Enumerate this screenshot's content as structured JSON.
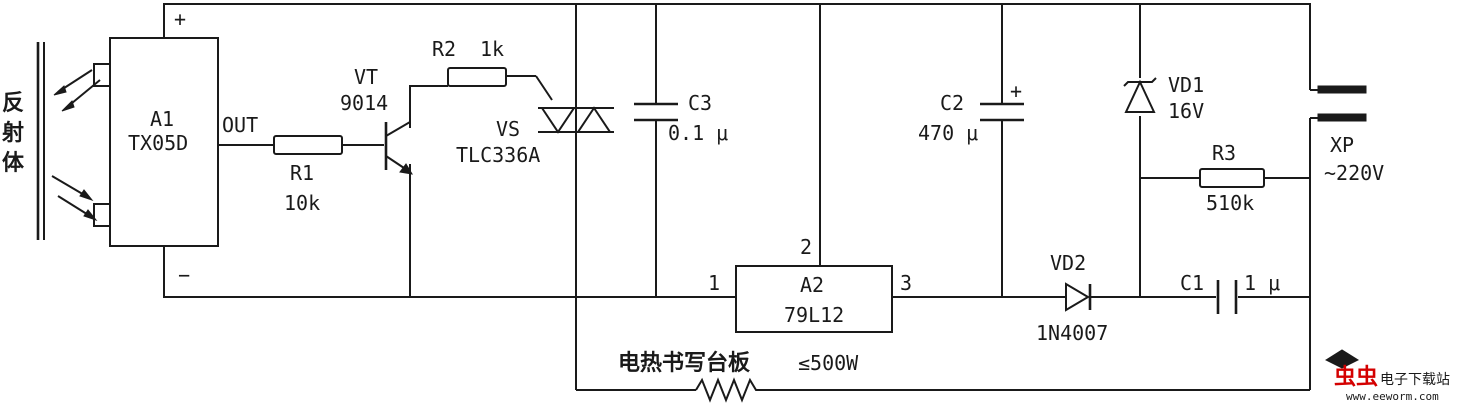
{
  "reflector": {
    "label_line1": "反",
    "label_line2": "射",
    "label_line3": "体"
  },
  "a1": {
    "name": "A1",
    "model": "TX05D",
    "out": "OUT",
    "plus": "+",
    "minus": "−"
  },
  "r1": {
    "name": "R1",
    "value": "10k"
  },
  "vt": {
    "name": "VT",
    "model": "9014"
  },
  "r2": {
    "name": "R2",
    "value": "1k"
  },
  "vs": {
    "name": "VS",
    "model": "TLC336A"
  },
  "c3": {
    "name": "C3",
    "value": "0.1 μ"
  },
  "a2": {
    "name": "A2",
    "model": "79L12",
    "pin1": "1",
    "pin2": "2",
    "pin3": "3"
  },
  "c2": {
    "name": "C2",
    "value": "470 μ",
    "plus": "+"
  },
  "vd1": {
    "name": "VD1",
    "value": "16V"
  },
  "vd2": {
    "name": "VD2",
    "model": "1N4007"
  },
  "r3": {
    "name": "R3",
    "value": "510k"
  },
  "c1": {
    "name": "C1",
    "value": "1 μ"
  },
  "xp": {
    "name": "XP",
    "value": "~220V"
  },
  "load": {
    "label": "电热书写台板",
    "power": "≤500W"
  },
  "watermark": {
    "brand": "虫虫",
    "title": "电子下载站",
    "url": "www.eeworm.com"
  }
}
